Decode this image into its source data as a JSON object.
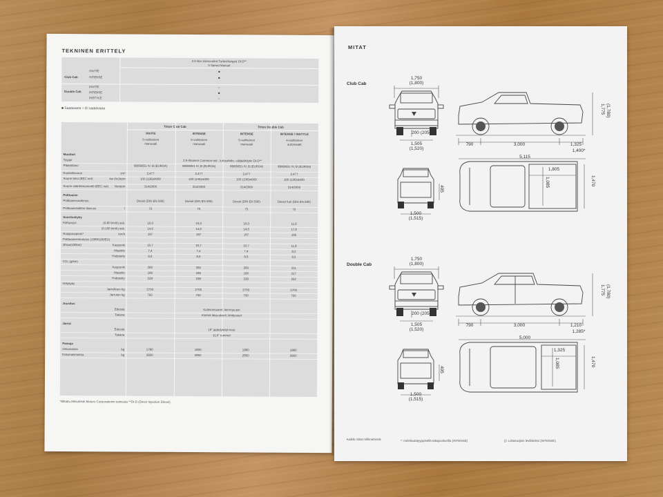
{
  "left_page": {
    "title": "TEKNINEN ERITTELY",
    "avail": {
      "head1": "2.5 litre Intercooled Turbocharged DI-D**",
      "head2": "5 Speed Manual",
      "group_club": "Club Cab",
      "group_double": "Double Cab",
      "rows": [
        {
          "label": "INVITE",
          "mark": "■"
        },
        {
          "label": "INTENSE",
          "mark": "■"
        },
        {
          "label": "INVITE",
          "mark": "○"
        },
        {
          "label": "INTENSE",
          "mark": "■"
        },
        {
          "label": "INSTYLE",
          "mark": "○"
        }
      ],
      "legend": "■ Saatavana      ○ Ei saatavana"
    },
    "specs": {
      "group_headers": [
        "Triton Club Cab",
        "Triton Double Cab"
      ],
      "columns": [
        {
          "name": "INVITE",
          "sub1": "5-vaihteinen",
          "sub2": "manuaali"
        },
        {
          "name": "INTENSE",
          "sub1": "5-vaihteinen",
          "sub2": "manuaali"
        },
        {
          "name": "INTENSE",
          "sub1": "5-vaihteinen",
          "sub2": "manuaali"
        },
        {
          "name": "INTENSE / INSTYLE",
          "sub1": "4-vaihteinen",
          "sub2": "automaatti"
        }
      ],
      "sections": [
        {
          "title": "Moottori",
          "rows": [
            {
              "label": "Tyyppi",
              "unit": "",
              "span": "2.5-litrainen Common-rail , turboahdin, välijäähdytin DI-D**"
            },
            {
              "label": "Päästötaso",
              "unit": "",
              "values": [
                "98/69/EG IV, B (EURO4)",
                "98/69/EG IV, B (EURO4)",
                "98/69/EG IV, B (EURO4)",
                "98/69/EG IV, B (EURO4)"
              ]
            },
            {
              "label": "Kuutiotilavuus",
              "unit": "cm³",
              "values": [
                "2,477",
                "2,477",
                "2,477",
                "2,477"
              ]
            },
            {
              "label": "Suurin teho (EEC net)",
              "unit": "kw (hv)/rpm",
              "values": [
                "100 (136)/4000",
                "100 (136)/4000",
                "100 (136)/4000",
                "100 (136)/4000"
              ]
            },
            {
              "label": "Suurin vääntömomentti (EEC net)",
              "unit": "Nm/rpm",
              "values": [
                "314/2000",
                "314/2000",
                "314/2000",
                "314/2000"
              ]
            }
          ]
        },
        {
          "title": "Polttoaine",
          "rows": [
            {
              "label": "Polttoainevaatimus",
              "unit": "",
              "values": [
                "Diesel (DIN EN 590)",
                "Diesel (DIN EN 590)",
                "Diesel (DIN EN 590)",
                "Diesel fuel (DIN EN 590)"
              ]
            },
            {
              "label": "Polttoainesäiliön tilavuus",
              "unit": "l",
              "values": [
                "75",
                "75",
                "75",
                "75"
              ]
            }
          ]
        },
        {
          "title": "Suorituskyky",
          "rows": [
            {
              "label": "Kiihtyvyys",
              "unit": "(0-80 km/h) sek.",
              "values": [
                "10,0",
                "10,0",
                "10,0",
                "11,6"
              ]
            },
            {
              "label": "",
              "unit": "(0-100 km/h) sek.",
              "values": [
                "14,6",
                "14,6",
                "14,6",
                "17,8"
              ]
            },
            {
              "label": "Huippunopeus*",
              "unit": "km/h",
              "values": [
                "167",
                "167",
                "167",
                "165"
              ]
            },
            {
              "label": "Polttoaineenkulutus (1999/100/EG)",
              "unit": "",
              "values": [
                "",
                "",
                "",
                ""
              ]
            },
            {
              "label": "(litraa/100km)",
              "unit": "Kaupunki",
              "values": [
                "10,7",
                "10,7",
                "10,7",
                "11,8"
              ]
            },
            {
              "label": "",
              "unit": "Maantie",
              "values": [
                "7,4",
                "7,4",
                "7,4",
                "8,2"
              ]
            },
            {
              "label": "",
              "unit": "Yhdistetty",
              "values": [
                "8,6",
                "8,6",
                "8,6",
                "9,5"
              ]
            },
            {
              "label": "CO₂ (g/km)",
              "unit": "",
              "values": [
                "",
                "",
                "",
                ""
              ]
            },
            {
              "label": "",
              "unit": "Kaupunki",
              "values": [
                "283",
                "283",
                "283",
                "311"
              ]
            },
            {
              "label": "",
              "unit": "Maantie",
              "values": [
                "196",
                "196",
                "196",
                "217"
              ]
            },
            {
              "label": "",
              "unit": "Yhdistetty",
              "values": [
                "228",
                "228",
                "228",
                "252"
              ]
            },
            {
              "label": "Vetokyky",
              "unit": "",
              "values": [
                "",
                "",
                "",
                ""
              ]
            },
            {
              "label": "",
              "unit": "Jarrullinen kg",
              "values": [
                "2700",
                "2700",
                "2700",
                "2700"
              ]
            },
            {
              "label": "",
              "unit": "Jarruton kg",
              "values": [
                "750",
                "750",
                "750",
                "750"
              ]
            }
          ]
        },
        {
          "title": "Jousitus",
          "rows": [
            {
              "label": "",
              "unit": "Edessä",
              "span": "Kolmionivarret, kierrejouset"
            },
            {
              "label": "",
              "unit": "Takana",
              "span": "Kiinteä taka-akseli, lehtijouset"
            }
          ]
        },
        {
          "title": "Jarrut",
          "rows": [
            {
              "label": "",
              "unit": "Edessä",
              "span": "16\" jäähdytetyt levyt"
            },
            {
              "label": "",
              "unit": "Takana",
              "span": "11,6\" rummut"
            }
          ]
        },
        {
          "title": "Painoja",
          "rows": [
            {
              "label": "Omamassa",
              "unit": "kg",
              "values": [
                "1780",
                "1805",
                "1880",
                "1890"
              ]
            },
            {
              "label": "Kokonaismassa",
              "unit": "kg",
              "values": [
                "2850",
                "2850",
                "2850",
                "2850"
              ]
            }
          ]
        }
      ]
    },
    "footnote": "*Mitattu Mitsubishi Motors Corporationin toimesta   **DI-D (Direct Injection Diesel)"
  },
  "right_page": {
    "title": "MITAT",
    "club": {
      "label": "Club Cab",
      "d_top_width": "1,750",
      "d_top_width2": "(1,800)",
      "d_ground": "200 (205)",
      "d_track": "1,505",
      "d_track2": "(1,520)",
      "d_front_oh": "790",
      "d_wheelbase": "3,000",
      "d_rear_oh": "1,325",
      "d_rear_oh2": "1,400*",
      "d_length": "5,115",
      "d_height": "1,775",
      "d_height2": "(1,780)",
      "d_rear_track": "1,500",
      "d_rear_track2": "(1,515)",
      "d_rear_height": "405",
      "d_bed_width": "1,085",
      "d_bed_length": "1,805",
      "d_bed_inner": "1,470"
    },
    "double": {
      "label": "Double Cab",
      "d_top_width": "1,750",
      "d_top_width2": "(1,800)",
      "d_ground": "200 (205)",
      "d_track": "1,505",
      "d_track2": "(1,520)",
      "d_front_oh": "790",
      "d_wheelbase": "3,000",
      "d_rear_oh": "1,210",
      "d_rear_oh2": "1,285*",
      "d_length": "5,000",
      "d_height": "1,775",
      "d_height2": "(1,780)",
      "d_rear_track": "1,500",
      "d_rear_track2": "(1,515)",
      "d_rear_height": "405",
      "d_bed_width": "1,085",
      "d_bed_length": "1,325",
      "d_bed_inner": "1,470"
    },
    "foot1": "Kaikki mitat millimetreinä",
    "foot2": "*: Astinlautatyyppisellä takapuskurilla (INTENSE)",
    "foot3": "(): Lokasuojien levikkeiksi (INTENSE)"
  }
}
